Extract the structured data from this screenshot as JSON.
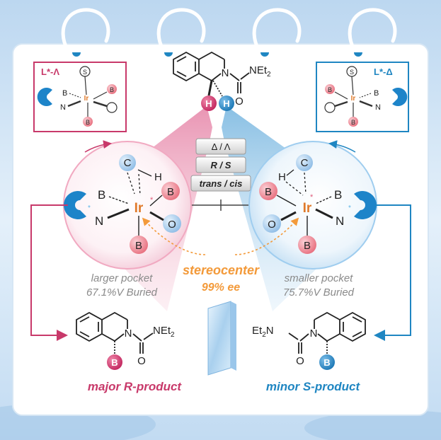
{
  "colors": {
    "pink": "#c8396a",
    "blue": "#1f86c2",
    "orange": "#f39a3a",
    "iridium": "#e07a2a",
    "gray": "#8a8a8a",
    "ball_pink": "#f08a96",
    "ball_blue": "#a9cdee",
    "cshape": "#1d84c9"
  },
  "atoms": {
    "s": "S",
    "b": "B",
    "n": "N",
    "ir": "Ir",
    "o": "O",
    "c": "C",
    "h": "H",
    "star": "*",
    "net2": "NEt",
    "et2n": "Et",
    "et2n_n": "N",
    "sub2": "2"
  },
  "left_box": {
    "label": "L*-Λ"
  },
  "right_box": {
    "label": "L*-Δ"
  },
  "selectors": [
    "Δ / Λ",
    "R / S",
    "trans / cis"
  ],
  "left_pocket": {
    "line1": "larger pocket",
    "line2": "67.1%V Buried"
  },
  "right_pocket": {
    "line1": "smaller pocket",
    "line2": "75.7%V Buried"
  },
  "center": {
    "line1": "stereocenter",
    "line2": "99% ee"
  },
  "left_product": {
    "label": "major R-product"
  },
  "right_product": {
    "label": "minor S-product"
  }
}
